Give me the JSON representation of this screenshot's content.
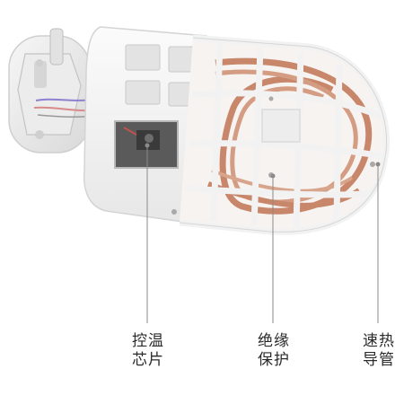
{
  "labels": {
    "chip": {
      "line1": "控温",
      "line2": "芯片"
    },
    "insulation": {
      "line1": "绝缘",
      "line2": "保护"
    },
    "tube": {
      "line1": "速热",
      "line2": "导管"
    }
  },
  "colors": {
    "background": "#ffffff",
    "plastic": "#f4f4f4",
    "copper": "#c8866a",
    "leader_line": "#8a8a8a",
    "text": "#2b2b2b"
  }
}
